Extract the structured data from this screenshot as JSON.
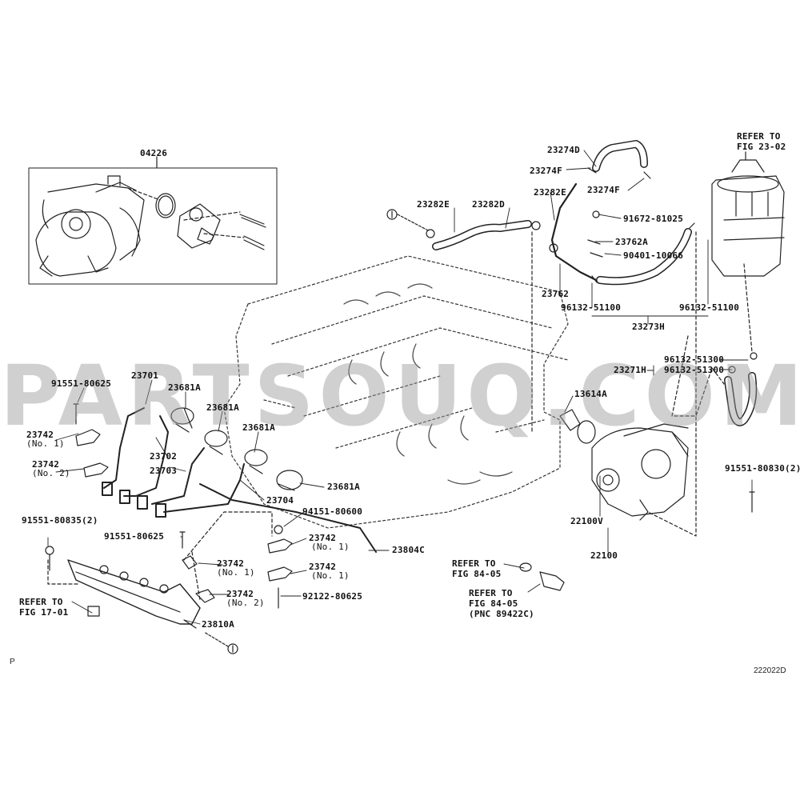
{
  "watermark": "PARTSOUQ.COM",
  "corner_left": "P",
  "corner_right": "222022D",
  "labels": {
    "p04226": "04226",
    "p23274D": "23274D",
    "p23274F_a": "23274F",
    "p23274F_b": "23274F",
    "p23282E_a": "23282E",
    "p23282D": "23282D",
    "p23282E_b": "23282E",
    "p91672": "91672-81025",
    "p23762A": "23762A",
    "p90401": "90401-10066",
    "p23762": "23762",
    "p96132_a": "96132-51100",
    "p96132_b": "96132-51100",
    "p23273H": "23273H",
    "refer_23_1": "REFER TO",
    "refer_23_2": "FIG 23-02",
    "p96132_c": "96132-51300",
    "p96132_d": "96132-51300",
    "p23271H": "23271H",
    "p13614A": "13614A",
    "p91551_80830": "91551-80830(2)",
    "p22100V": "22100V",
    "p22100": "22100",
    "p91551_80625_a": "91551-80625",
    "p23701": "23701",
    "p23681A_a": "23681A",
    "p23681A_b": "23681A",
    "p23681A_c": "23681A",
    "p23681A_d": "23681A",
    "p23742_a": "23742",
    "p23742_a_sub": "(No. 1)",
    "p23742_b": "23742",
    "p23742_b_sub": "(No. 2)",
    "p23702": "23702",
    "p23703": "23703",
    "p23704": "23704",
    "p94151": "94151-80600",
    "p91551_80835": "91551-80835(2)",
    "p91551_80625_b": "91551-80625",
    "p23742_c": "23742",
    "p23742_c_sub": "(No. 1)",
    "p23804C": "23804C",
    "p23742_d": "23742",
    "p23742_d_sub": "(No. 1)",
    "p23742_e": "23742",
    "p23742_e_sub": "(No. 1)",
    "p23742_f": "23742",
    "p23742_f_sub": "(No. 2)",
    "p92122": "92122-80625",
    "refer_17_1": "REFER TO",
    "refer_17_2": "FIG 17-01",
    "p23810A": "23810A",
    "refer_84a_1": "REFER TO",
    "refer_84a_2": "FIG 84-05",
    "refer_84b_1": "REFER TO",
    "refer_84b_2": "FIG 84-05",
    "refer_84b_3": "(PNC 89422C)"
  }
}
